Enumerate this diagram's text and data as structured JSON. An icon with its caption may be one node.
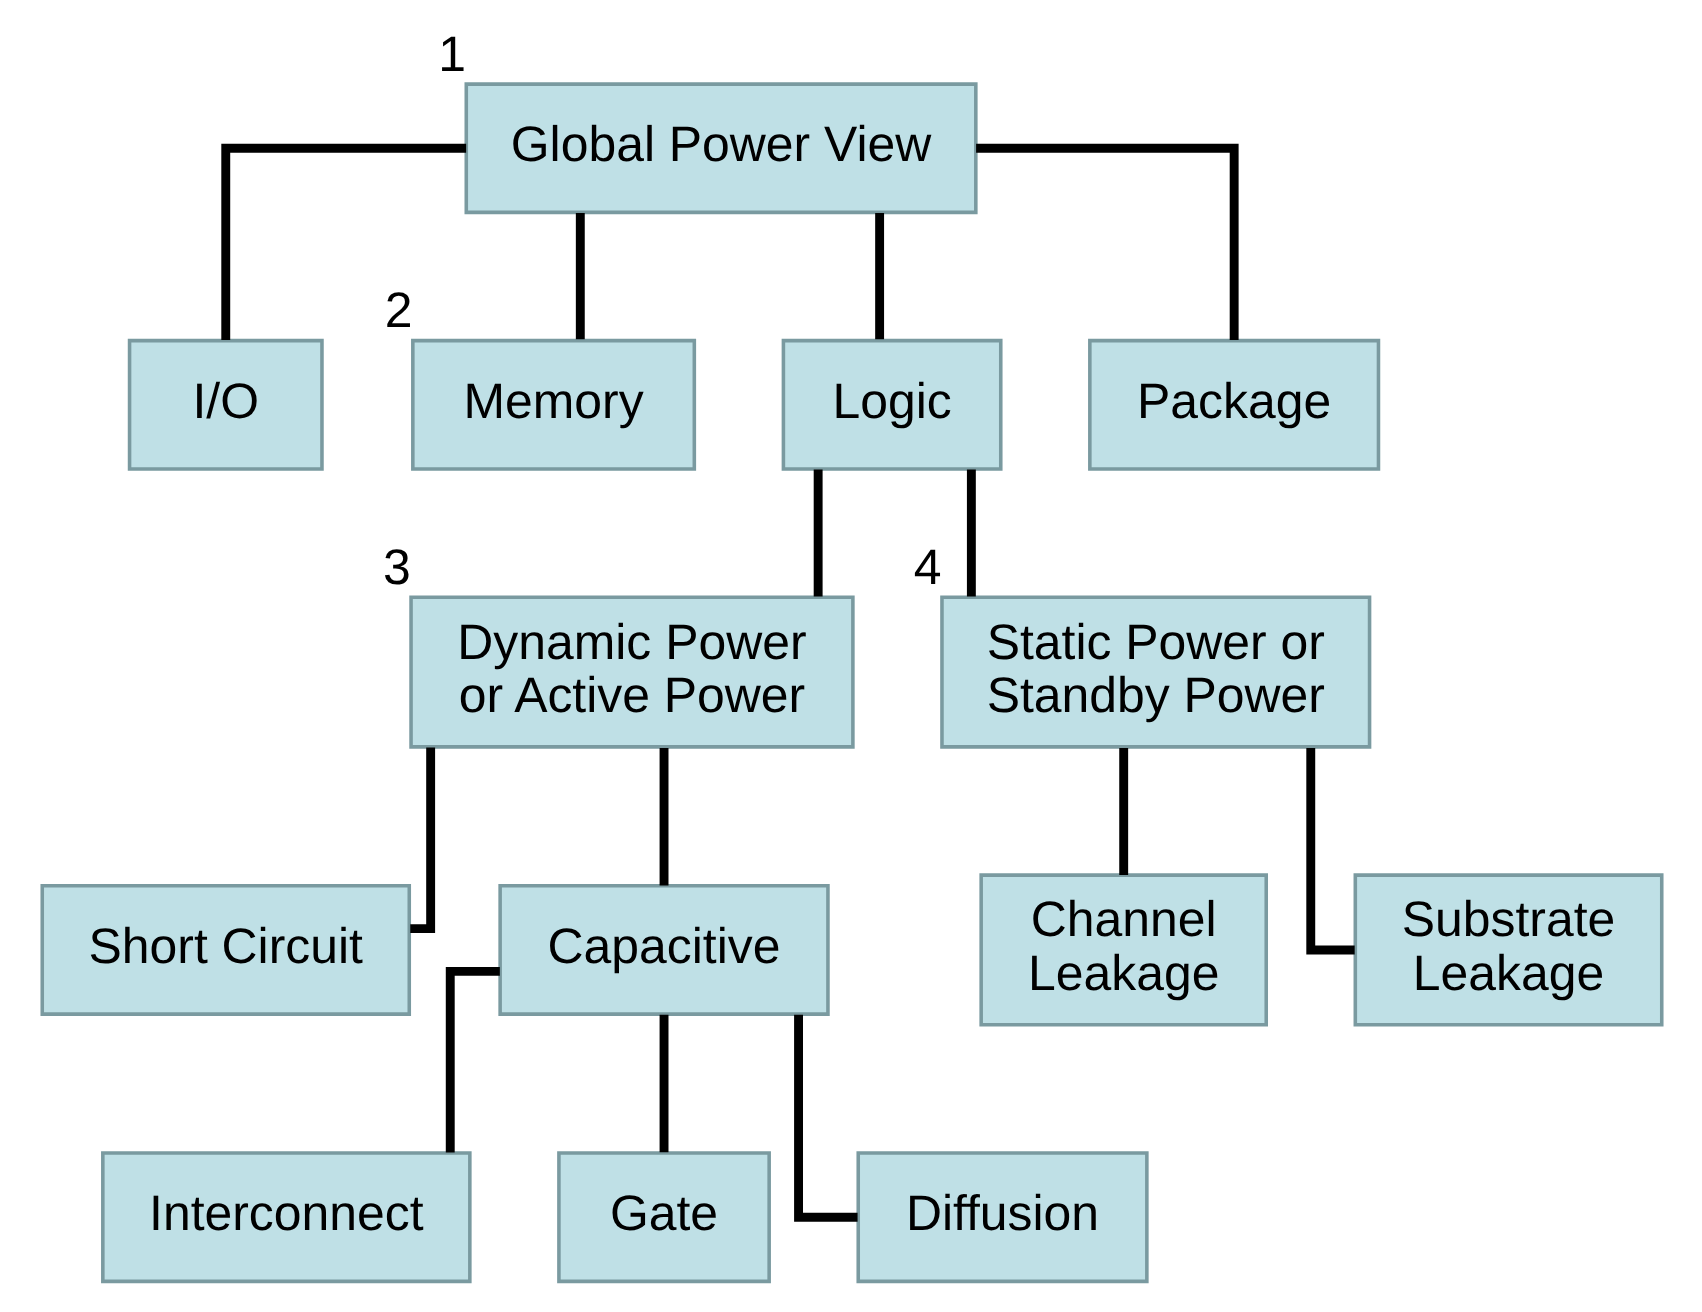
{
  "diagram": {
    "nodes": [
      {
        "text": [
          "Global Power View"
        ],
        "beside": [
          "1"
        ]
      },
      {
        "text": [
          "I/O"
        ]
      },
      {
        "text": [
          "Memory"
        ],
        "beside": [
          "2"
        ]
      },
      {
        "text": [
          "Logic"
        ]
      },
      {
        "text": [
          "Package"
        ]
      },
      {
        "text": [
          "Dynamic Power or Active Power"
        ],
        "beside": [
          "3"
        ]
      },
      {
        "text": [
          "Static Power or Standby Power"
        ],
        "beside": [
          "4"
        ]
      },
      {
        "text": [
          "Short Circuit"
        ]
      },
      {
        "text": [
          "Capacitive"
        ]
      },
      {
        "text": [
          "Channel Leakage"
        ]
      },
      {
        "text": [
          "Substrate Leakage"
        ]
      },
      {
        "text": [
          "Interconnect"
        ]
      },
      {
        "text": [
          "Gate"
        ]
      },
      {
        "text": [
          "Diffusion"
        ]
      }
    ],
    "edges": [
      {
        "from": 0,
        "to": 1,
        "arrow": "none"
      },
      {
        "from": 0,
        "to": 2,
        "arrow": "none"
      },
      {
        "from": 0,
        "to": 3,
        "arrow": "none"
      },
      {
        "from": 0,
        "to": 4,
        "arrow": "none"
      },
      {
        "from": 3,
        "to": 5,
        "arrow": "none"
      },
      {
        "from": 3,
        "to": 6,
        "arrow": "none"
      },
      {
        "from": 5,
        "to": 7,
        "arrow": "none"
      },
      {
        "from": 5,
        "to": 8,
        "arrow": "none"
      },
      {
        "from": 6,
        "to": 9,
        "arrow": "none"
      },
      {
        "from": 6,
        "to": 10,
        "arrow": "none"
      },
      {
        "from": 8,
        "to": 11,
        "arrow": "none"
      },
      {
        "from": 8,
        "to": 12,
        "arrow": "none"
      },
      {
        "from": 8,
        "to": 13,
        "arrow": "none"
      }
    ]
  }
}
